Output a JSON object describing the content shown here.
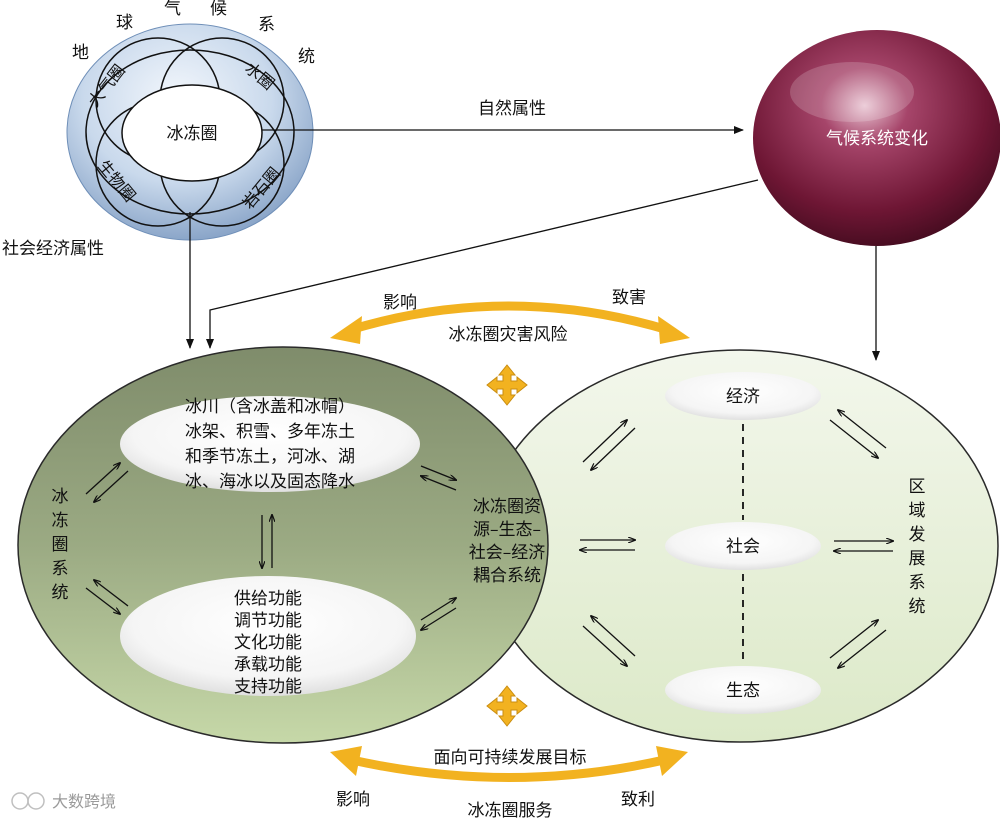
{
  "climate_system": {
    "arc_chars": [
      "地",
      "球",
      "气",
      "候",
      "系",
      "统"
    ],
    "spheres": {
      "atmosphere": "大气圈",
      "hydrosphere": "水圈",
      "biosphere": "生物圈",
      "lithosphere": "岩石圈",
      "cryosphere": "冰冻圈"
    }
  },
  "climate_change": "气候系统变化",
  "natural_attribute": "自然属性",
  "socioeconomic_attribute": "社会经济属性",
  "top_arrow": {
    "left": "影响",
    "right": "致害",
    "center": "冰冻圈灾害风险"
  },
  "bottom_arrow": {
    "left": "影响",
    "right": "致利",
    "center_top": "面向可持续发展目标",
    "center_bottom": "冰冻圈服务"
  },
  "cryosphere_system": {
    "label_chars": [
      "冰",
      "冻",
      "圈",
      "系",
      "统"
    ],
    "elements": [
      "冰川（含冰盖和冰帽）",
      "冰架、积雪、多年冻土",
      "和季节冻土，河冰、湖",
      "冰、海冰以及固态降水"
    ],
    "functions": [
      "供给功能",
      "调节功能",
      "文化功能",
      "承载功能",
      "支持功能"
    ]
  },
  "coupled_system": [
    "冰冻圈资",
    "源–生态–",
    "社会–经济",
    "耦合系统"
  ],
  "regional_system": {
    "label_chars": [
      "区",
      "域",
      "发",
      "展",
      "系",
      "统"
    ],
    "economy": "经济",
    "society": "社会",
    "ecology": "生态"
  },
  "watermark": "大数跨境",
  "colors": {
    "arrow_gold": "#F2B220",
    "sphere_dark": "#6E1634",
    "blue_sphere": "#B8CDE4",
    "left_ellipse": "#8E9C7A",
    "right_ellipse": "#E3EDD6"
  }
}
